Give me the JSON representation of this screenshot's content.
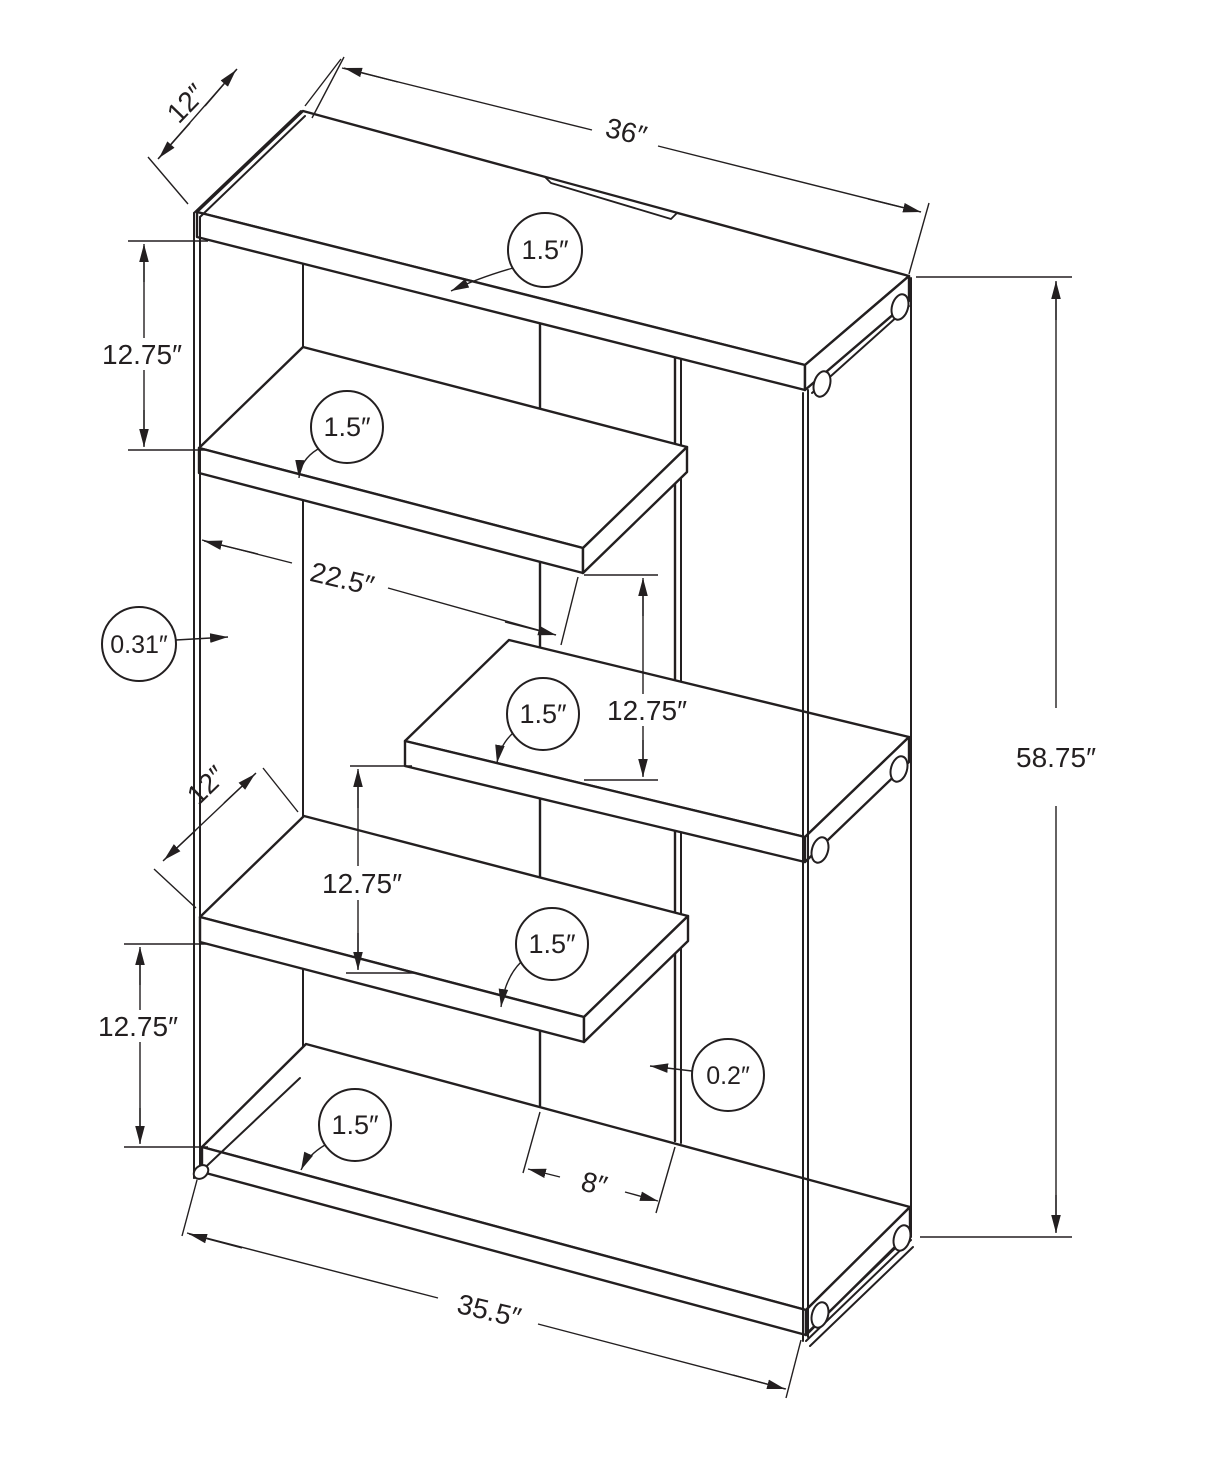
{
  "title": "Bookcase dimension drawing",
  "drawing": {
    "type": "isometric furniture dimension diagram",
    "background": "#ffffff",
    "line_color": "#231f20",
    "units": "inches",
    "labels": {
      "top_depth": "12″",
      "top_width": "36″",
      "height": "58.75″",
      "bottom_width": "35.5″",
      "shelf_length": "22.5″",
      "shelf_depth": "12″",
      "back_width": "8″",
      "gap_top_left": "12.75″",
      "gap_right": "12.75″",
      "gap_center": "12.75″",
      "gap_bottom_left": "12.75″",
      "thickness_top": "1.5″",
      "thickness_shelf1": "1.5″",
      "thickness_shelf2": "1.5″",
      "thickness_shelf3": "1.5″",
      "thickness_bottom": "1.5″",
      "glass_side_thickness": "0.31″",
      "glass_back_thickness": "0.2″"
    }
  }
}
